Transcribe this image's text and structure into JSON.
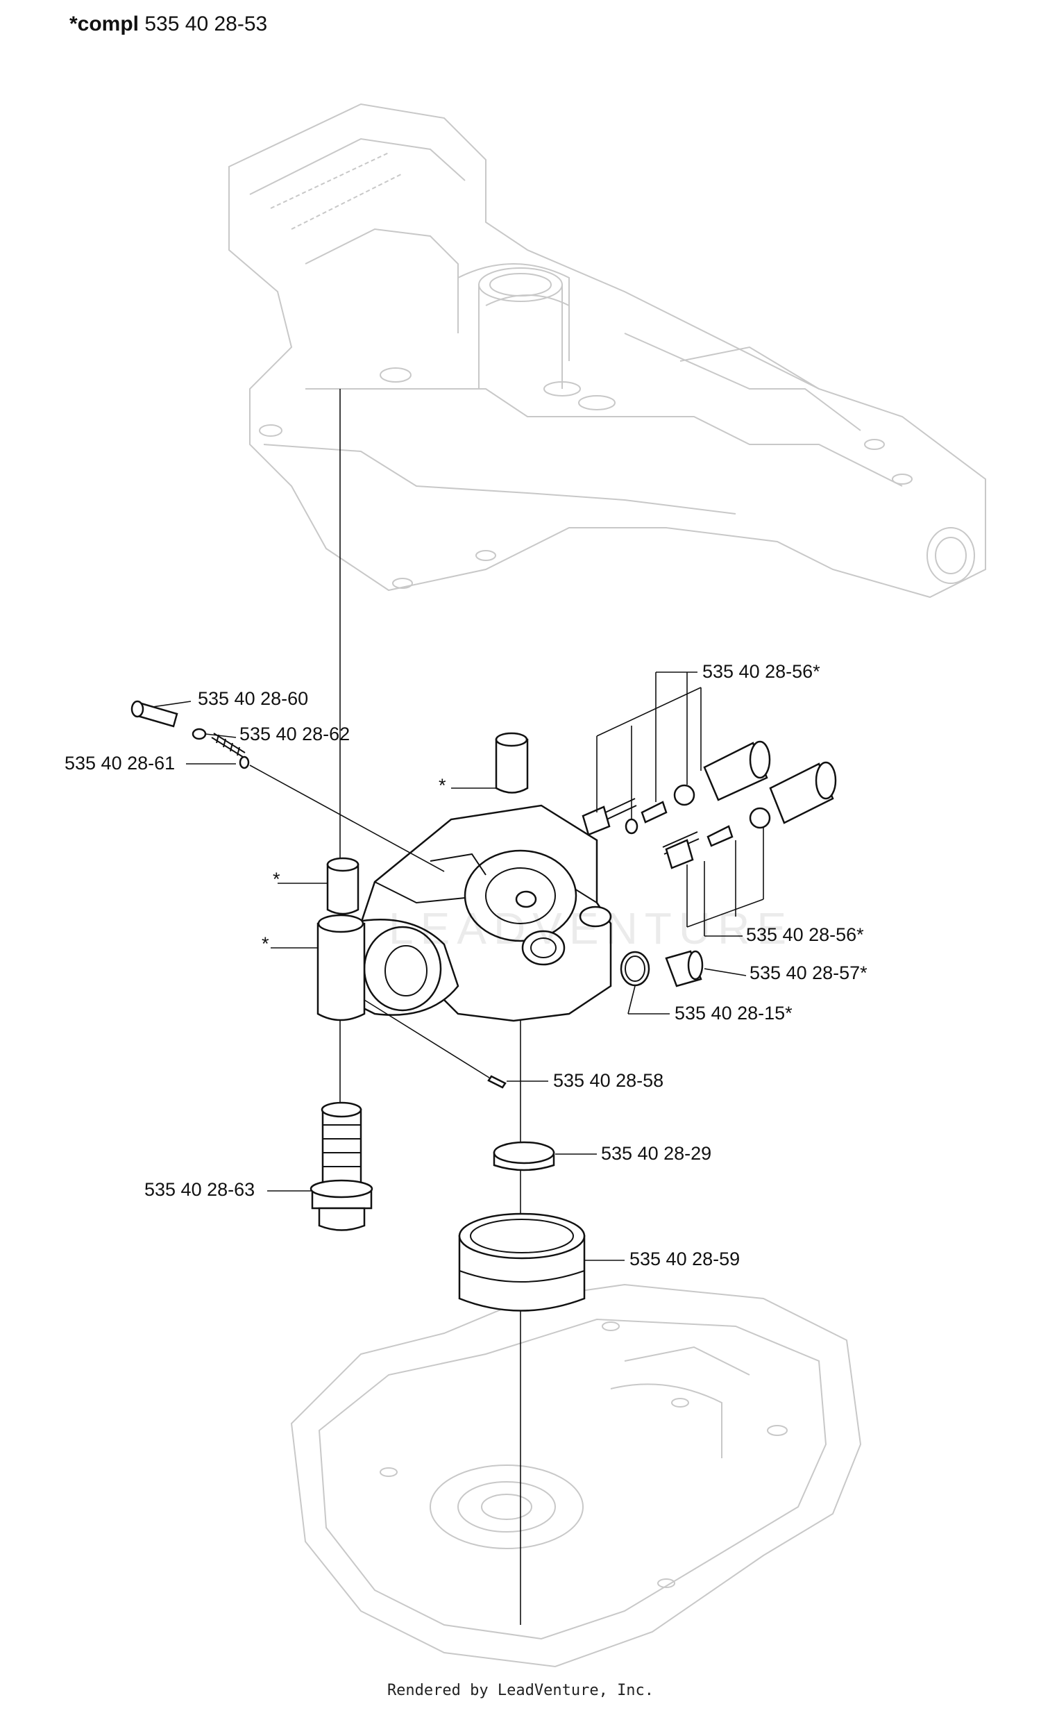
{
  "header": {
    "prefix": "*compl",
    "part_number": "535 40 28-53"
  },
  "watermark": "LEADVENTURE",
  "footer": "Rendered by LeadVenture, Inc.",
  "callouts": [
    {
      "id": "c60",
      "label": "535 40 28-60"
    },
    {
      "id": "c62",
      "label": "535 40 28-62"
    },
    {
      "id": "c61",
      "label": "535 40 28-61"
    },
    {
      "id": "c56a",
      "label": "535 40 28-56*"
    },
    {
      "id": "c56b",
      "label": "535 40 28-56*"
    },
    {
      "id": "c57",
      "label": "535 40 28-57*"
    },
    {
      "id": "c15",
      "label": "535 40 28-15*"
    },
    {
      "id": "c58",
      "label": "535 40 28-58"
    },
    {
      "id": "c29",
      "label": "535 40 28-29"
    },
    {
      "id": "c63",
      "label": "535 40 28-63"
    },
    {
      "id": "c59",
      "label": "535 40 28-59"
    },
    {
      "id": "s1",
      "label": "*"
    },
    {
      "id": "s2",
      "label": "*"
    },
    {
      "id": "s3",
      "label": "*"
    }
  ]
}
